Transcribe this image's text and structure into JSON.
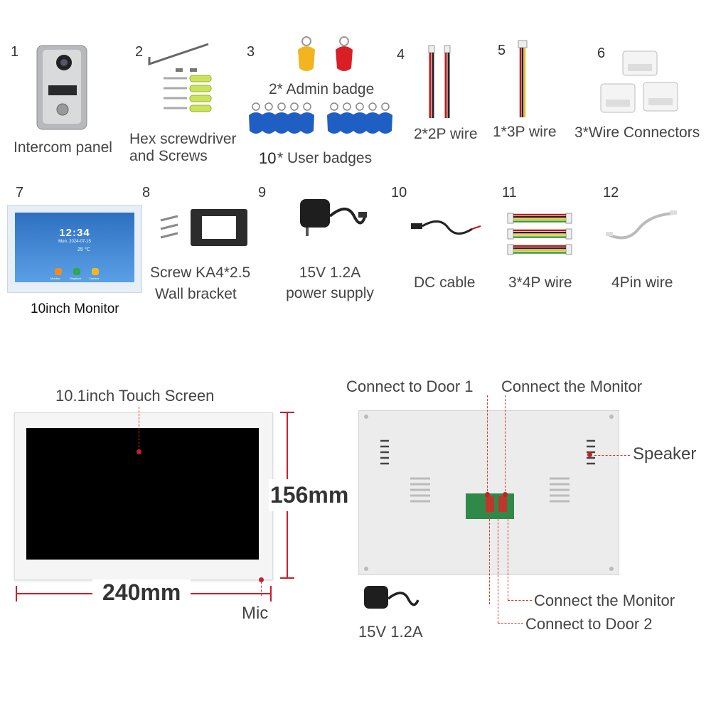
{
  "items": [
    {
      "num": "1",
      "label": "Intercom panel"
    },
    {
      "num": "2",
      "label": "Hex screwdriver",
      "label2": "and Screws"
    },
    {
      "num": "3",
      "label": "2* Admin badge",
      "label2": "10",
      "label3": "* User badges"
    },
    {
      "num": "4",
      "label": "2*2P wire"
    },
    {
      "num": "5",
      "label": "1*3P wire"
    },
    {
      "num": "6",
      "label": "3*Wire Connectors"
    },
    {
      "num": "7",
      "label": "10inch Monitor"
    },
    {
      "num": "8",
      "label": "Screw KA4*2.5",
      "label2": "Wall bracket"
    },
    {
      "num": "9",
      "label": "15V 1.2A",
      "label2": "power supply"
    },
    {
      "num": "10",
      "label": "DC cable"
    },
    {
      "num": "11",
      "label": "3*4P wire"
    },
    {
      "num": "12",
      "label": "4Pin wire"
    }
  ],
  "monitor_screen": {
    "time": "12:34",
    "date": "Mon. 2024-07-15",
    "temp": "25 ℃",
    "apps": [
      "Monitor",
      "Playback",
      "Camera"
    ]
  },
  "front_view": {
    "touch_label": "10.1inch Touch Screen",
    "height": "156mm",
    "width": "240mm",
    "mic": "Mic"
  },
  "back_view": {
    "door1": "Connect to Door 1",
    "monitor_top": "Connect the Monitor",
    "speaker": "Speaker",
    "monitor_bottom": "Connect the Monitor",
    "door2": "Connect to Door 2",
    "psu": "15V 1.2A"
  },
  "colors": {
    "accent": "#c8202a",
    "admin_badge_1": "#f2b51f",
    "admin_badge_2": "#d91f26",
    "user_badge": "#1f5fc4"
  }
}
